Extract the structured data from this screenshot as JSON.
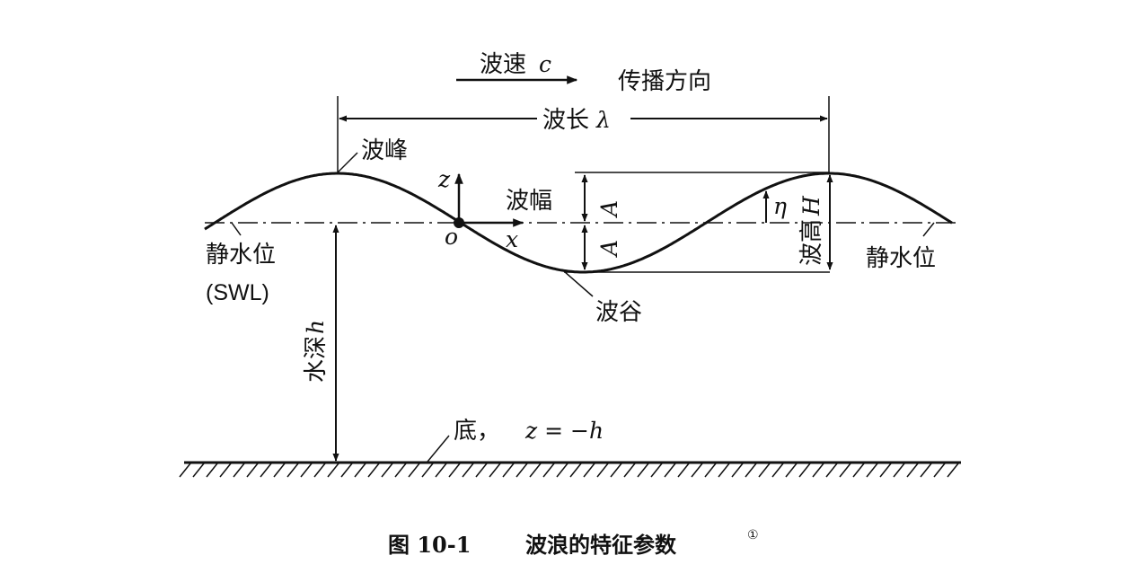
{
  "labels": {
    "wave_speed": "波速",
    "wave_speed_symbol": "c",
    "propagation_direction": "传播方向",
    "wavelength": "波长",
    "wavelength_symbol": "λ",
    "crest": "波峰",
    "trough": "波谷",
    "amplitude": "波幅",
    "amplitude_symbol_upper": "A",
    "amplitude_symbol_lower": "A",
    "wave_height": "波高",
    "wave_height_symbol": "H",
    "eta": "η",
    "z_axis": "z",
    "x_axis": "x",
    "origin": "o",
    "swl_left": "静水位",
    "swl_abbrev": "(SWL)",
    "swl_right": "静水位",
    "water_depth": "水深",
    "water_depth_symbol": "h",
    "bottom": "底，",
    "bottom_equation": "z = −h"
  },
  "caption": {
    "figure_number": "图 10-1",
    "title": "波浪的特征参数",
    "footnote_mark": "①"
  },
  "colors": {
    "ink": "#111111",
    "background": "#ffffff"
  }
}
